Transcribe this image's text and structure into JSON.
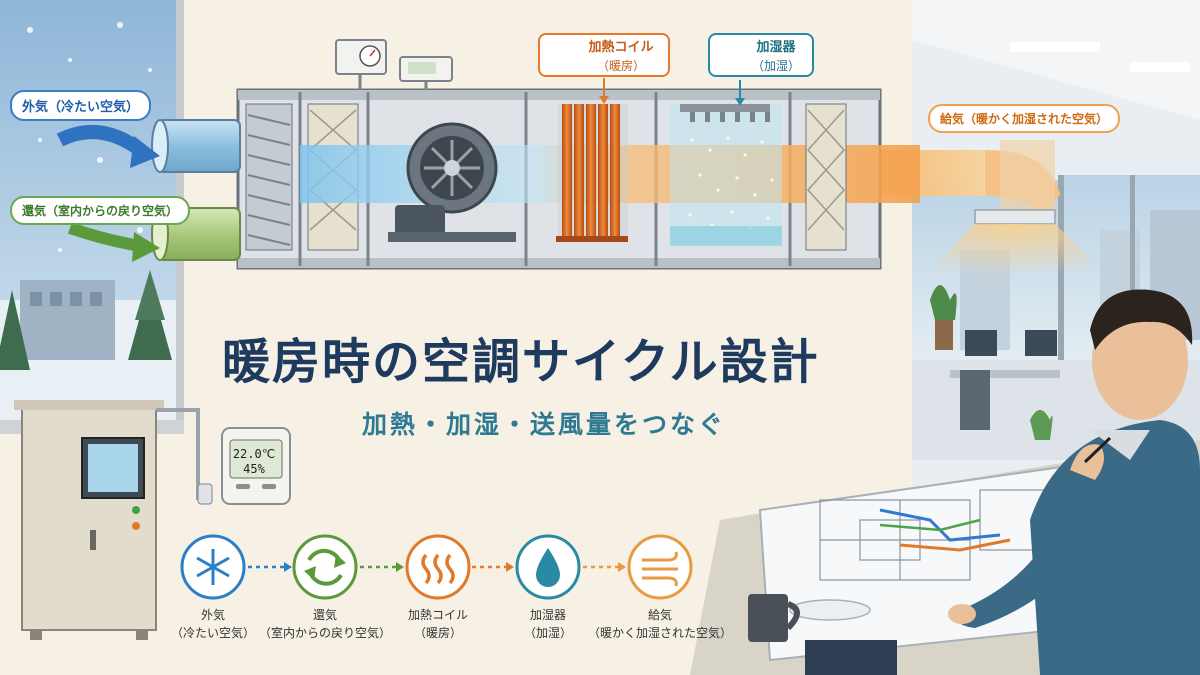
{
  "title": "暖房時の空調サイクル設計",
  "subtitle": "加熱・加湿・送風量をつなぐ",
  "ahu_labels": {
    "outside_air": "外気（冷たい空気）",
    "return_air": "還気（室内からの戻り空気）",
    "supply_air": "給気（暖かく加湿された空気）",
    "heating_coil": "加熱コイル",
    "heating_coil_sub": "（暖房）",
    "humidifier": "加湿器",
    "humidifier_sub": "（加湿）"
  },
  "thermostat": {
    "temperature": "22.0℃",
    "humidity": "45%"
  },
  "cycle": [
    {
      "name": "外気",
      "sub": "（冷たい空気）",
      "icon": "snowflake-icon",
      "color": "#2a7fc7"
    },
    {
      "name": "還気",
      "sub": "（室内からの戻り空気）",
      "icon": "recycle-icon",
      "color": "#5a9a3a"
    },
    {
      "name": "加熱コイル",
      "sub": "（暖房）",
      "icon": "heat-icon",
      "color": "#e07a2a"
    },
    {
      "name": "加湿器",
      "sub": "（加湿）",
      "icon": "water-drop-icon",
      "color": "#2a8aa5"
    },
    {
      "name": "給気",
      "sub": "（暖かく加湿された空気）",
      "icon": "wind-icon",
      "color": "#e89a40"
    }
  ],
  "colors": {
    "title": "#1e3a5f",
    "subtitle": "#2f7a93",
    "cold": "#3a7cc7",
    "warm": "#f0a050",
    "heat": "#e07a2a"
  }
}
